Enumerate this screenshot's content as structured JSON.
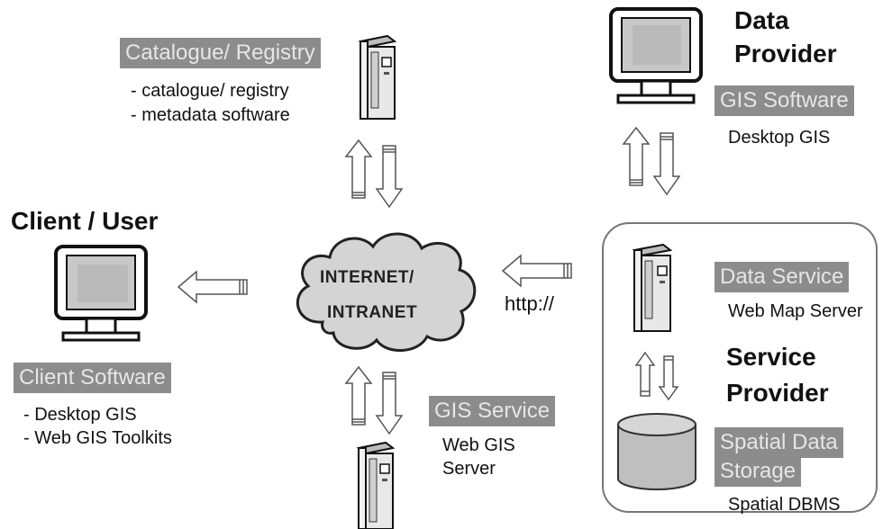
{
  "catalogue": {
    "label": "Catalogue/ Registry",
    "items": [
      "- catalogue/ registry",
      "- metadata software"
    ]
  },
  "data_provider": {
    "title_line1": "Data",
    "title_line2": "Provider",
    "label": "GIS Software",
    "sub": "Desktop GIS"
  },
  "client": {
    "title": "Client / User",
    "label": "Client Software",
    "items": [
      "- Desktop GIS",
      "- Web GIS Toolkits"
    ]
  },
  "cloud": {
    "line1": "INTERNET/",
    "line2": "INTRANET"
  },
  "http_label": "http://",
  "service_provider": {
    "data_service_label": "Data Service",
    "data_service_sub": "Web Map Server",
    "title_line1": "Service",
    "title_line2": "Provider",
    "storage_label_line1": "Spatial Data",
    "storage_label_line2": "Storage",
    "storage_sub": "Spatial DBMS"
  },
  "gis_service": {
    "label": "GIS Service",
    "sub_line1": "Web GIS",
    "sub_line2": "Server"
  }
}
